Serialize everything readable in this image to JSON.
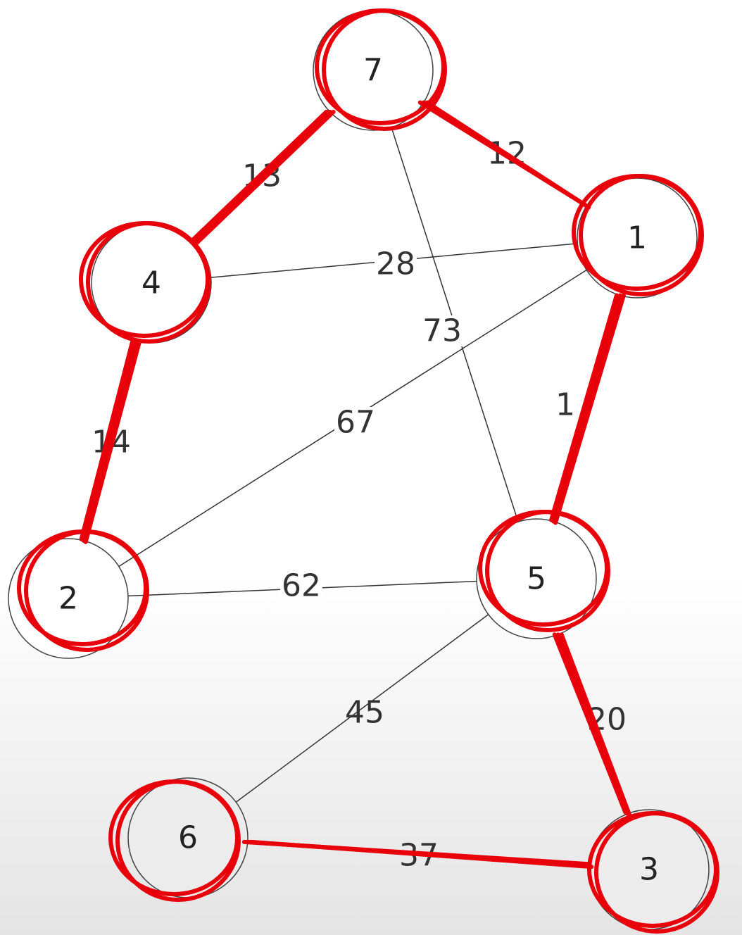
{
  "graph": {
    "nodes": [
      "7",
      "1",
      "4",
      "2",
      "5",
      "6",
      "3"
    ],
    "edges": [
      {
        "from": "7",
        "to": "4",
        "weight": "13",
        "highlighted": true
      },
      {
        "from": "7",
        "to": "1",
        "weight": "12",
        "highlighted": true
      },
      {
        "from": "7",
        "to": "5",
        "weight": "73",
        "highlighted": false
      },
      {
        "from": "4",
        "to": "1",
        "weight": "28",
        "highlighted": false
      },
      {
        "from": "4",
        "to": "2",
        "weight": "14",
        "highlighted": true
      },
      {
        "from": "1",
        "to": "2",
        "weight": "67",
        "highlighted": false
      },
      {
        "from": "1",
        "to": "5",
        "weight": "1",
        "highlighted": true
      },
      {
        "from": "2",
        "to": "5",
        "weight": "62",
        "highlighted": false
      },
      {
        "from": "5",
        "to": "6",
        "weight": "45",
        "highlighted": false
      },
      {
        "from": "5",
        "to": "3",
        "weight": "20",
        "highlighted": true
      },
      {
        "from": "6",
        "to": "3",
        "weight": "37",
        "highlighted": true
      }
    ]
  },
  "colors": {
    "annotation": "#e8000b",
    "edge": "#333333",
    "node_stroke": "#444444"
  }
}
